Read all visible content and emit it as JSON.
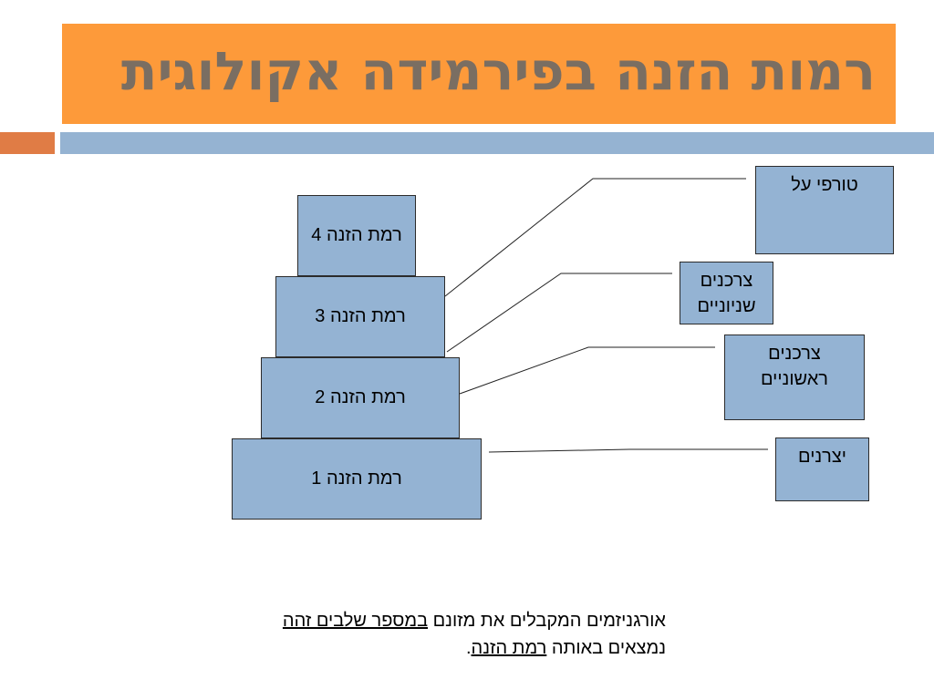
{
  "slide": {
    "title": "רמות הזנה בפירמידה אקולוגית"
  },
  "pyramid": {
    "levels": [
      {
        "label": "רמת הזנה 4"
      },
      {
        "label": "רמת הזנה 3"
      },
      {
        "label": "רמת הזנה 2"
      },
      {
        "label": "רמת הזנה 1"
      }
    ]
  },
  "categories": [
    {
      "label": "טורפי על"
    },
    {
      "label_line1": "צרכנים",
      "label_line2": "שניוניים"
    },
    {
      "label_line1": "צרכנים",
      "label_line2": "ראשוניים"
    },
    {
      "label": "יצרנים"
    }
  ],
  "caption": {
    "p1": "אורגניזמים המקבלים את מזונם ",
    "u1": "במספר שלבים זהה",
    "p2": " נמצאים באותה ",
    "u2": "רמת הזנה",
    "p3": "."
  },
  "colors": {
    "title_banner": "#fd9a3a",
    "title_text": "#7a6e62",
    "accent_square": "#e07c45",
    "divider_bar": "#95b3d2",
    "box_fill": "#94b3d3"
  }
}
